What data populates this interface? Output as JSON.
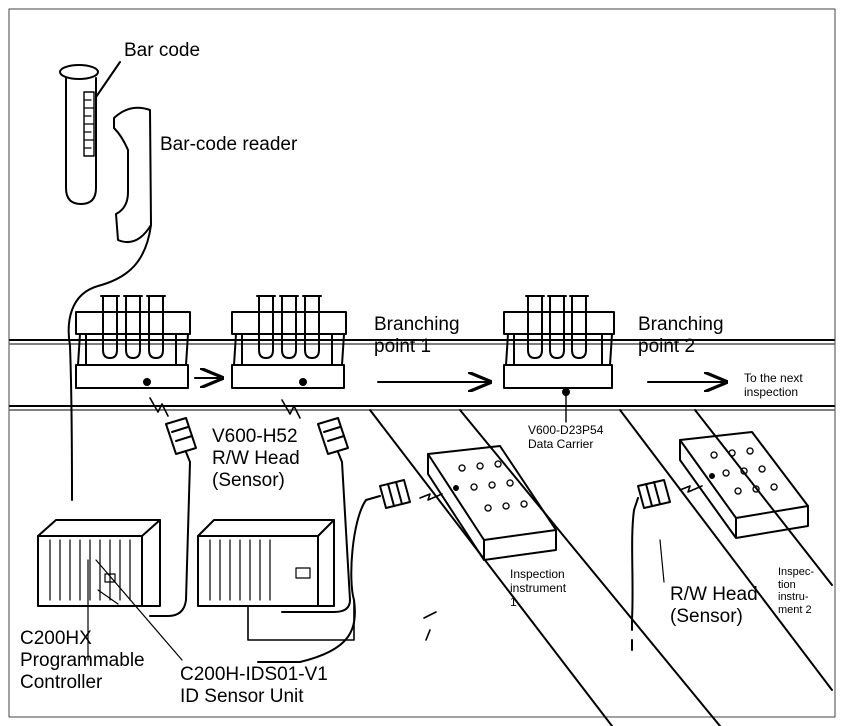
{
  "labels": {
    "bar_code": "Bar code",
    "bar_code_reader": "Bar-code reader",
    "branching_point_1": [
      "Branching",
      "point 1"
    ],
    "branching_point_2": [
      "Branching",
      "point 2"
    ],
    "to_next_inspection": [
      "To the next",
      "inspection"
    ],
    "data_carrier": [
      "V600-D23P54",
      "Data Carrier"
    ],
    "rw_head_model": [
      "V600-H52",
      "R/W Head",
      "(Sensor)"
    ],
    "inspection_instrument_1": [
      "Inspection",
      "instrument",
      "1"
    ],
    "inspection_instrument_2": [
      "Inspec-",
      "tion",
      "instru-",
      "ment 2"
    ],
    "rw_head_2": [
      "R/W Head",
      "(Sensor)"
    ],
    "plc": [
      "C200HX",
      "Programmable",
      "Controller"
    ],
    "sensor_unit": [
      "C200H-IDS01-V1",
      "ID Sensor Unit"
    ]
  },
  "colors": {
    "ink": "#000000",
    "frame": "#444444",
    "background": "#ffffff"
  }
}
